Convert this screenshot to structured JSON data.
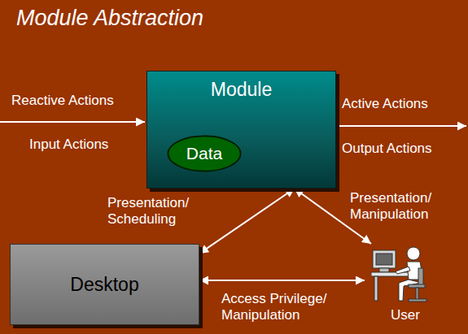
{
  "diagram": {
    "title": "Module Abstraction",
    "nodes": [
      {
        "text": [
          "Module"
        ]
      },
      {
        "text": [
          "Data"
        ],
        "in": 0
      },
      {
        "text": [
          "Desktop"
        ]
      },
      {
        "text": [
          "User"
        ]
      }
    ],
    "edges": [
      {
        "from": 0,
        "to": 2,
        "label": "Presentation/ Scheduling",
        "arrow": "both"
      },
      {
        "from": 0,
        "to": 3,
        "label": "Presentation/ Manipulation",
        "arrow": "both"
      },
      {
        "from": 2,
        "to": 3,
        "label": "Access Privilege/ Manipulation",
        "arrow": "both"
      }
    ],
    "labels": [
      "Reactive Actions",
      "Input Actions",
      "Active Actions",
      "Output Actions"
    ]
  }
}
